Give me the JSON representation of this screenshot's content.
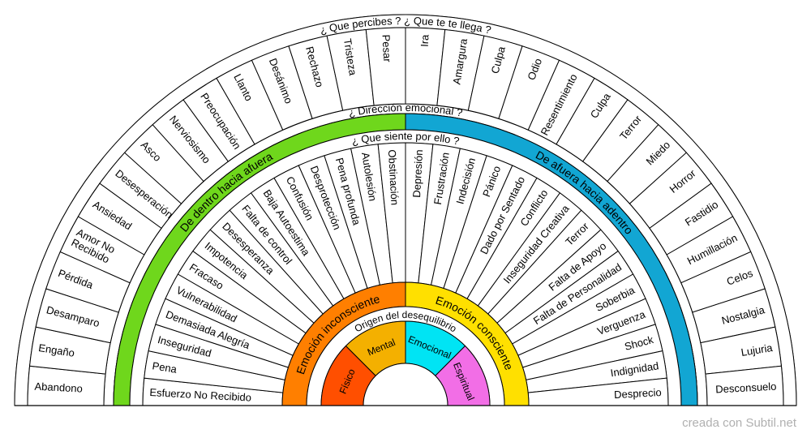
{
  "wheel": {
    "outer_title": "¿ Que percibes ? ¿ Que te te llega ?",
    "direction_title": "¿ Dirección emocional ?",
    "feeling_title": "¿ Que siente por ello ?",
    "origin_title": "Origen del desequilibrio",
    "outer_ring": [
      "Abandono",
      "Engaño",
      "Desamparo",
      "Pérdida",
      "Amor No\nRecibido",
      "Ansiedad",
      "Desesperación",
      "Asco",
      "Nerviosismo",
      "Preocupación",
      "Llanto",
      "Desánimo",
      "Rechazo",
      "Tristeza",
      "Pesar",
      "Ira",
      "Amargura",
      "Culpa",
      "Odio",
      "Resentimiento",
      "Culpa",
      "Terror",
      "Miedo",
      "Horror",
      "Fastidio",
      "Humillación",
      "Celos",
      "Nostalgia",
      "Lujuria",
      "Desconsuelo"
    ],
    "direction_bands": [
      {
        "label": "De dentro hacia afuera",
        "color": "#6fd71c"
      },
      {
        "label": "De afuera hacia adentro",
        "color": "#12a6d3"
      }
    ],
    "inner_ring": [
      "Esfuerzo No Recibido",
      "Pena",
      "Inseguridad",
      "Demasiada Alegría",
      "Vulnerabilidad",
      "Fracaso",
      "Impotencia",
      "Desesperanza",
      "Falta de control",
      "Baja Autoestima",
      "Confusión",
      "Desprotección",
      "Pena profunda",
      "Autolesión",
      "Obstinación",
      "Depresión",
      "Frustración",
      "Indecisión",
      "Pánico",
      "Dado por Sentado",
      "Conflicto",
      "Inseguridad Creativa",
      "Terror",
      "Falta de Apoyo",
      "Falta de Personalidad",
      "Soberbia",
      "Verguenza",
      "Shock",
      "Indignidad",
      "Desprecio"
    ],
    "emotion_bands": [
      {
        "label": "Emoción inconsciente",
        "color": "#ff7f00"
      },
      {
        "label": "Emoción consciente",
        "color": "#ffe000"
      }
    ],
    "origins": [
      {
        "label": "Físico",
        "color": "#ff4f00"
      },
      {
        "label": "Mental",
        "color": "#f4b000"
      },
      {
        "label": "Emocional",
        "color": "#00e4f4"
      },
      {
        "label": "Espiritual",
        "color": "#f26ee6"
      }
    ]
  },
  "footer": {
    "credit": "creada con Subtil.net"
  }
}
